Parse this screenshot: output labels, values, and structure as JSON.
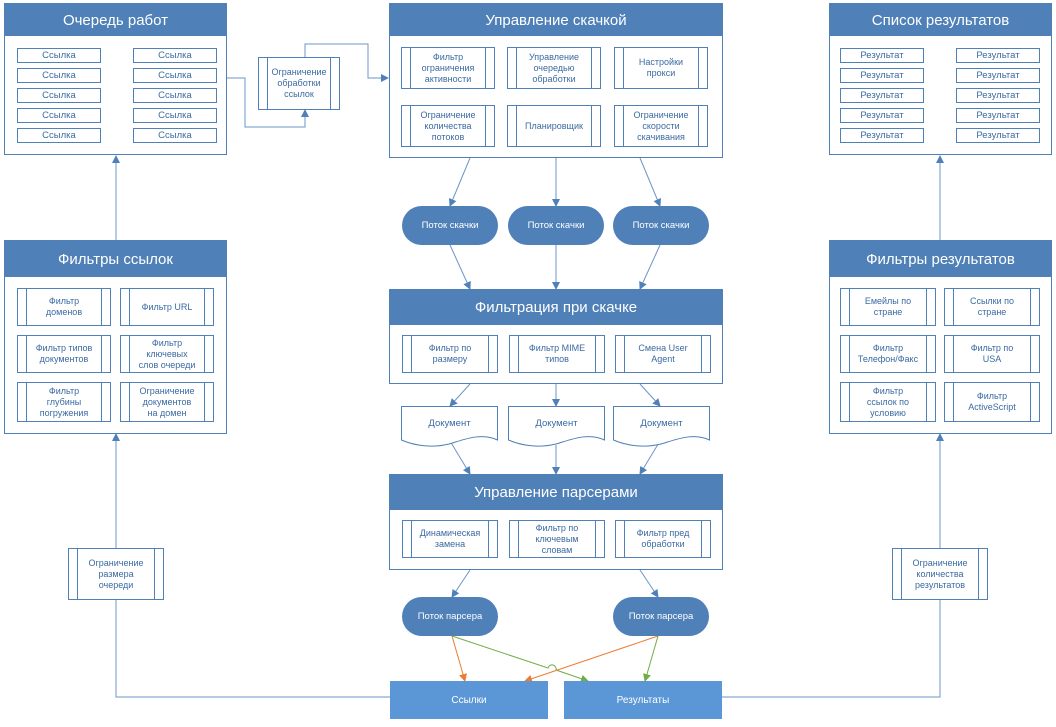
{
  "queue": {
    "title": "Очередь работ",
    "links": [
      "Ссылка",
      "Ссылка",
      "Ссылка",
      "Ссылка",
      "Ссылка",
      "Ссылка",
      "Ссылка",
      "Ссылка",
      "Ссылка",
      "Ссылка"
    ]
  },
  "queue_link_limit": "Ограничение\nобработки\nссылок",
  "download": {
    "title": "Управление скачкой",
    "items": [
      "Фильтр\nограничения\nактивности",
      "Управление\nочередью\nобработки",
      "Настройки\nпрокси",
      "Ограничение\nколичества\nпотоков",
      "Планировщик",
      "Ограничение\nскорости\nскачивания"
    ]
  },
  "results": {
    "title": "Список результатов",
    "items": [
      "Результат",
      "Результат",
      "Результат",
      "Результат",
      "Результат",
      "Результат",
      "Результат",
      "Результат",
      "Результат",
      "Результат"
    ]
  },
  "link_filters": {
    "title": "Фильтры ссылок",
    "items": [
      "Фильтр\nдоменов",
      "Фильтр URL",
      "Фильтр типов\nдокументов",
      "Фильтр\nключевых\nслов очереди",
      "Фильтр\nглубины\nпогружения",
      "Ограничение\nдокументов\nна домен"
    ]
  },
  "result_filters": {
    "title": "Фильтры результатов",
    "items": [
      "Емейлы по\nстране",
      "Ссылки по\nстране",
      "Фильтр\nТелефон/Факс",
      "Фильтр по\nUSA",
      "Фильтр\nссылок по\nусловию",
      "Фильтр\nActiveScript"
    ]
  },
  "threads": [
    "Поток скачки",
    "Поток скачки",
    "Поток скачки"
  ],
  "dl_filter": {
    "title": "Фильтрация при скачке",
    "items": [
      "Фильтр по\nразмеру",
      "Фильтр MIME\nтипов",
      "Смена User\nAgent"
    ]
  },
  "documents": [
    "Документ",
    "Документ",
    "Документ"
  ],
  "parsers": {
    "title": "Управление парсерами",
    "items": [
      "Динамическая\nзамена",
      "Фильтр по\nключевым\nсловам",
      "Фильтр пред\nобработки"
    ]
  },
  "parser_threads": [
    "Поток парсера",
    "Поток парсера"
  ],
  "queue_size_limit": "Ограничение\nразмера\nочереди",
  "results_limit": "Ограничение\nколичества\nрезультатов",
  "outputs": {
    "links": "Ссылки",
    "results": "Результаты"
  },
  "colors": {
    "primary": "#4f80b8",
    "output": "#5b96d6",
    "arrow_orange": "#ed7d31",
    "arrow_green": "#70ad47"
  }
}
